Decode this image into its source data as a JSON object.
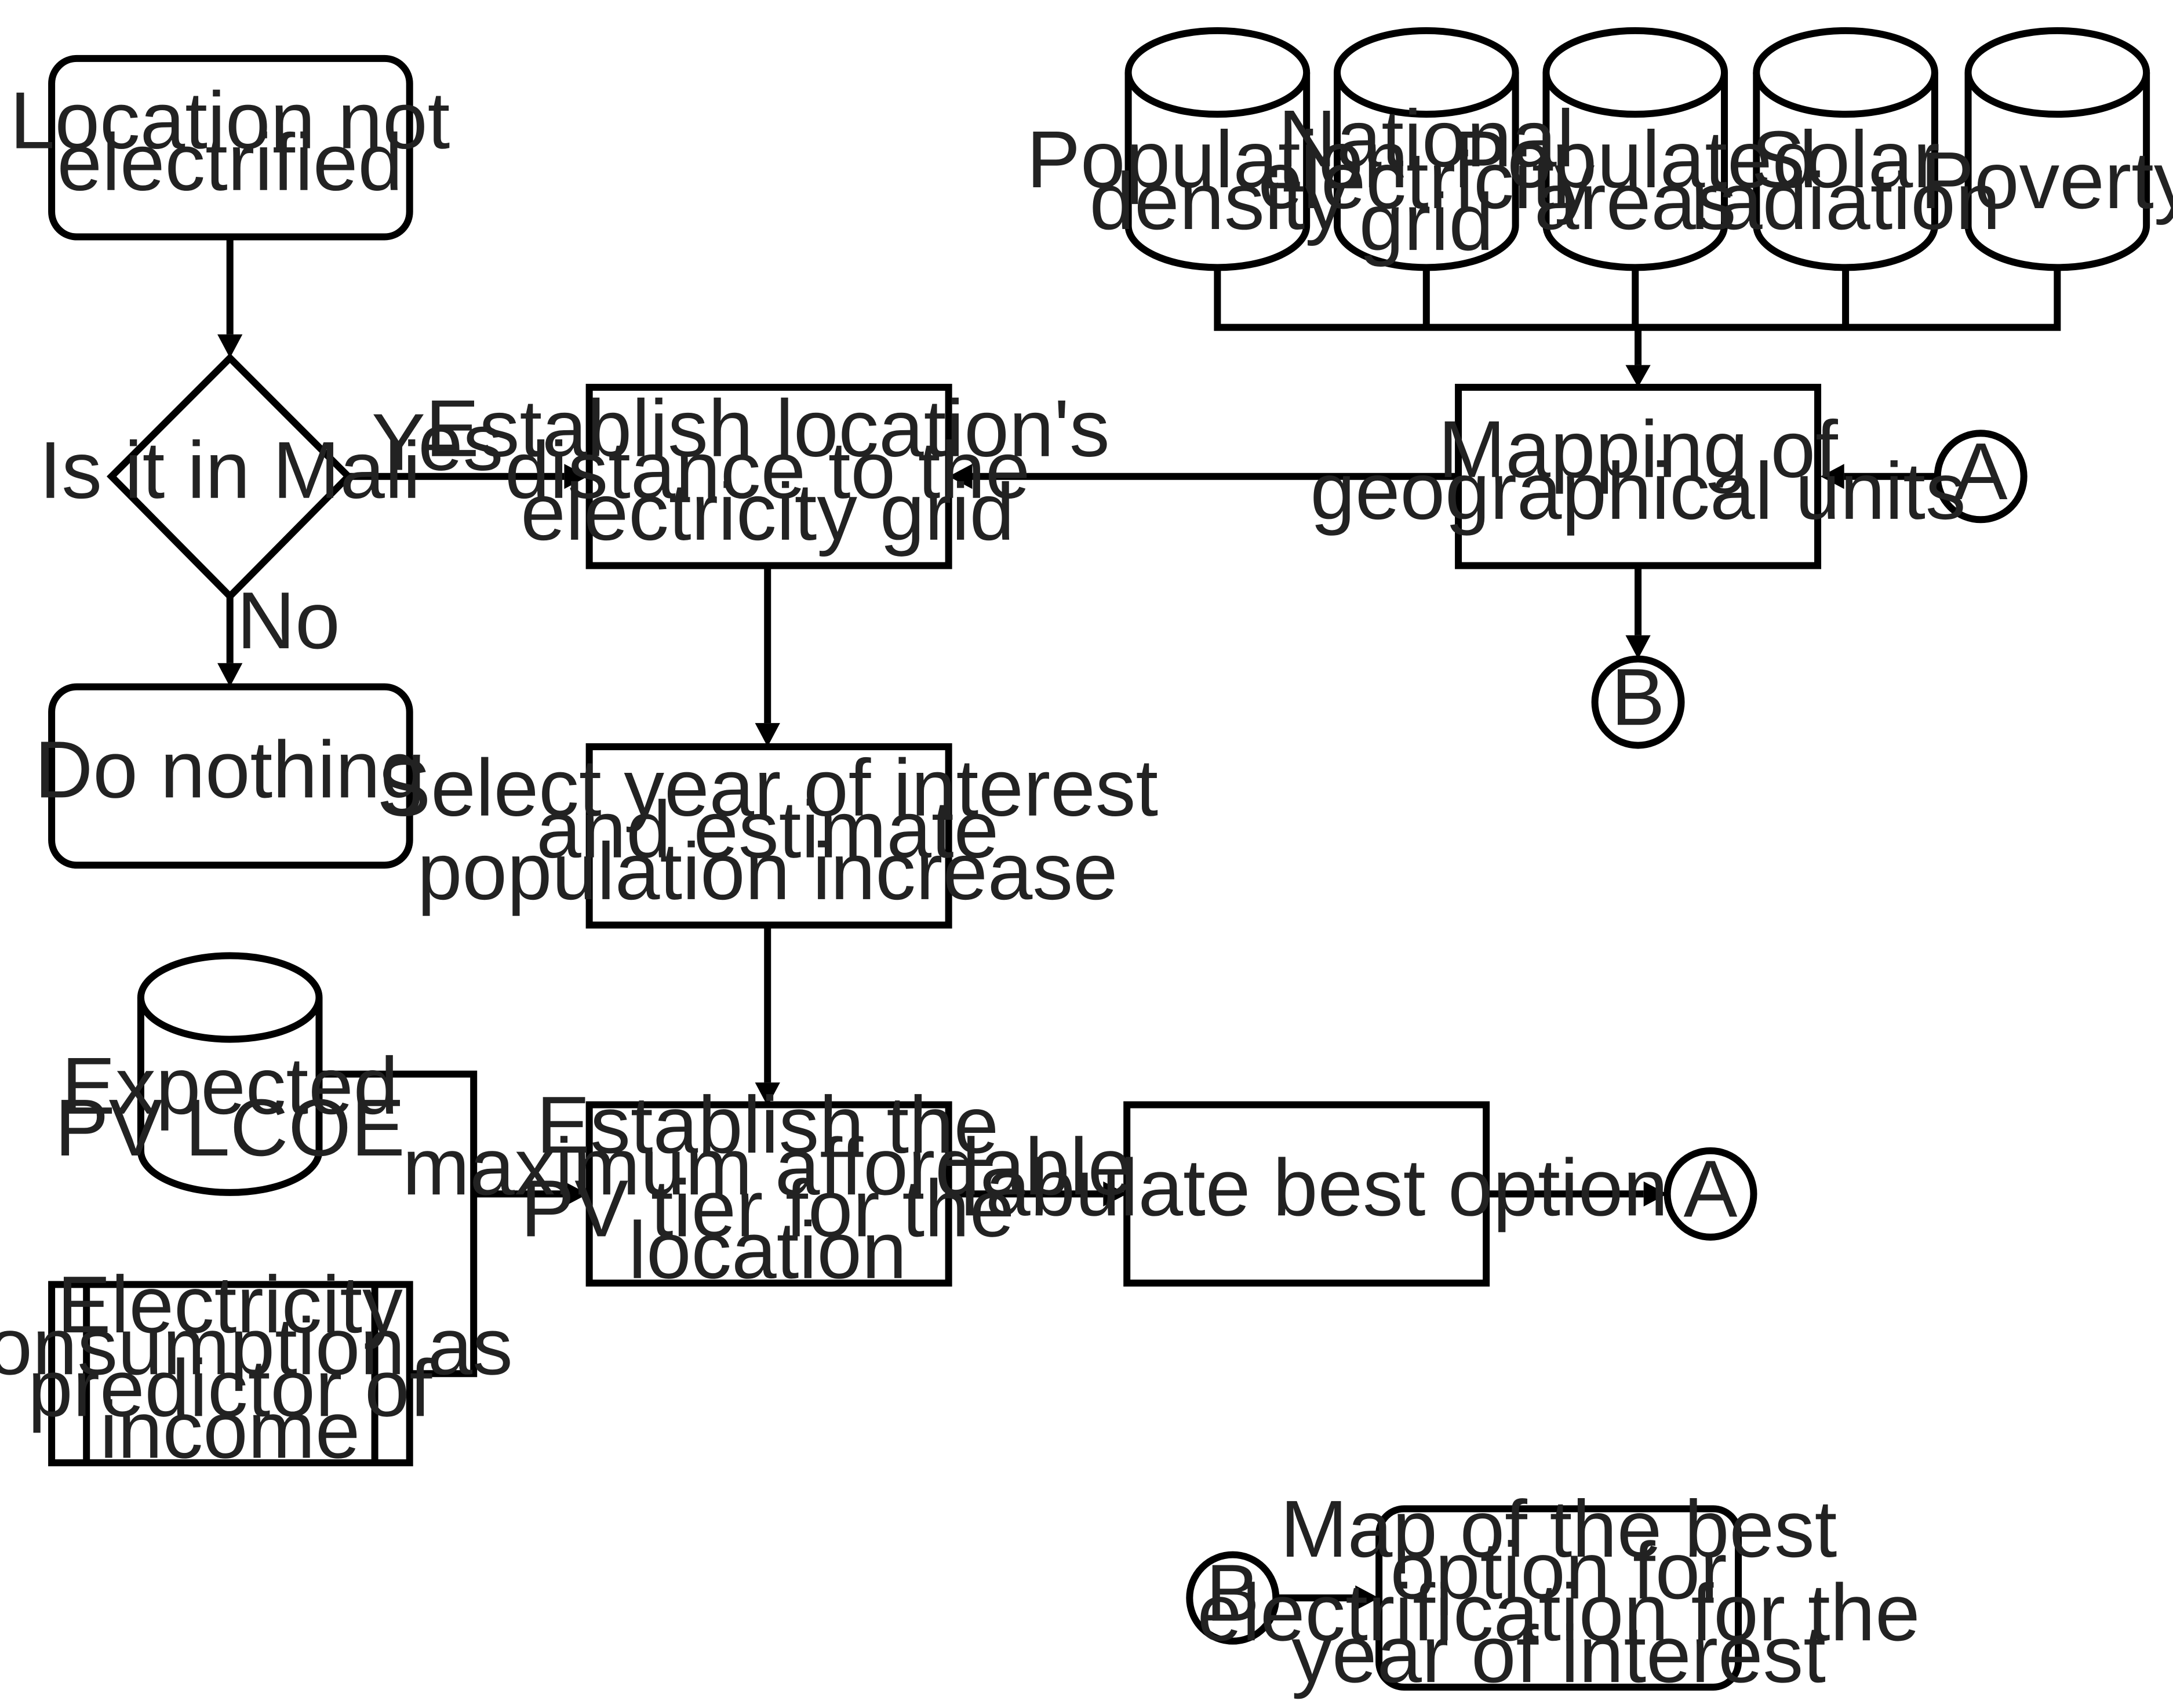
{
  "nodes": {
    "start": {
      "lines": [
        "Location not",
        "electrified"
      ]
    },
    "decision_mali": {
      "lines": [
        "Is it in Mali"
      ]
    },
    "do_nothing": {
      "lines": [
        "Do nothing"
      ]
    },
    "establish_distance": {
      "lines": [
        "Establish location's",
        "distance to the",
        "electricity grid"
      ]
    },
    "select_year": {
      "lines": [
        "Select year of interest",
        "and estimate",
        "population increase"
      ]
    },
    "max_tier": {
      "lines": [
        "Establish the",
        "maximum affordable",
        "PV tier for the",
        "location"
      ]
    },
    "tabulate": {
      "lines": [
        "Tabulate best option"
      ]
    },
    "mapping_units": {
      "lines": [
        "Mapping of",
        "geographical units"
      ]
    },
    "map_best": {
      "lines": [
        "Map of the best",
        "option for",
        "electrification for the",
        "year of interest"
      ]
    },
    "electricity_consumption": {
      "lines": [
        "Electricity",
        "consumption as",
        "predictor of",
        "income"
      ]
    },
    "db_population_density": {
      "lines": [
        "Population",
        "density"
      ]
    },
    "db_national_grid": {
      "lines": [
        "National",
        "electricity",
        "grid"
      ]
    },
    "db_populated_areas": {
      "lines": [
        "Populated",
        "areas"
      ]
    },
    "db_solar_radiation": {
      "lines": [
        "Solar",
        "radiation"
      ]
    },
    "db_poverty": {
      "lines": [
        "Poverty"
      ]
    },
    "db_pv_lcoe": {
      "lines": [
        "Expected",
        "PV LCOE"
      ]
    }
  },
  "connectors": {
    "a_in": "A",
    "a_out": "A",
    "b_out": "B",
    "b_in": "B"
  },
  "edge_labels": {
    "yes": "Yes",
    "no": "No"
  }
}
